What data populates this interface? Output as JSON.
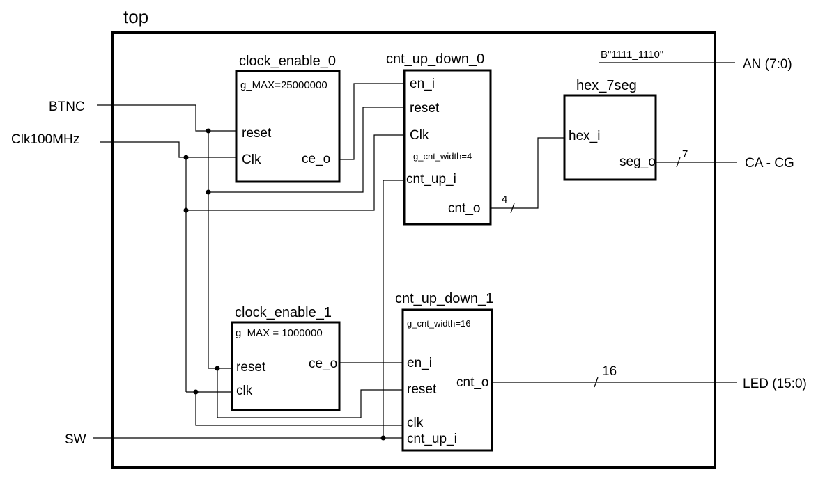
{
  "top": {
    "name": "top"
  },
  "constants": {
    "an_value": "B\"1111_1110\""
  },
  "external": {
    "btnc": "BTNC",
    "clk": "Clk100MHz",
    "sw": "SW",
    "an": "AN (7:0)",
    "ca_cg": "CA - CG",
    "led": "LED (15:0)"
  },
  "blocks": {
    "ce0": {
      "name": "clock_enable_0",
      "param": "g_MAX=25000000",
      "reset": "reset",
      "clk": "Clk",
      "ce_o": "ce_o"
    },
    "cnt0": {
      "name": "cnt_up_down_0",
      "en_i": "en_i",
      "reset": "reset",
      "clk": "Clk",
      "param": "g_cnt_width=4",
      "cnt_up_i": "cnt_up_i",
      "cnt_o": "cnt_o"
    },
    "hex": {
      "name": "hex_7seg",
      "hex_i": "hex_i",
      "seg_o": "seg_o"
    },
    "ce1": {
      "name": "clock_enable_1",
      "param": "g_MAX = 1000000",
      "reset": "reset",
      "clk": "clk",
      "ce_o": "ce_o"
    },
    "cnt1": {
      "name": "cnt_up_down_1",
      "param": "g_cnt_width=16",
      "en_i": "en_i",
      "reset": "reset",
      "clk": "clk",
      "cnt_up_i": "cnt_up_i",
      "cnt_o": "cnt_o"
    }
  },
  "bus_widths": {
    "cnt0_out": "4",
    "seg": "7",
    "led": "16"
  }
}
